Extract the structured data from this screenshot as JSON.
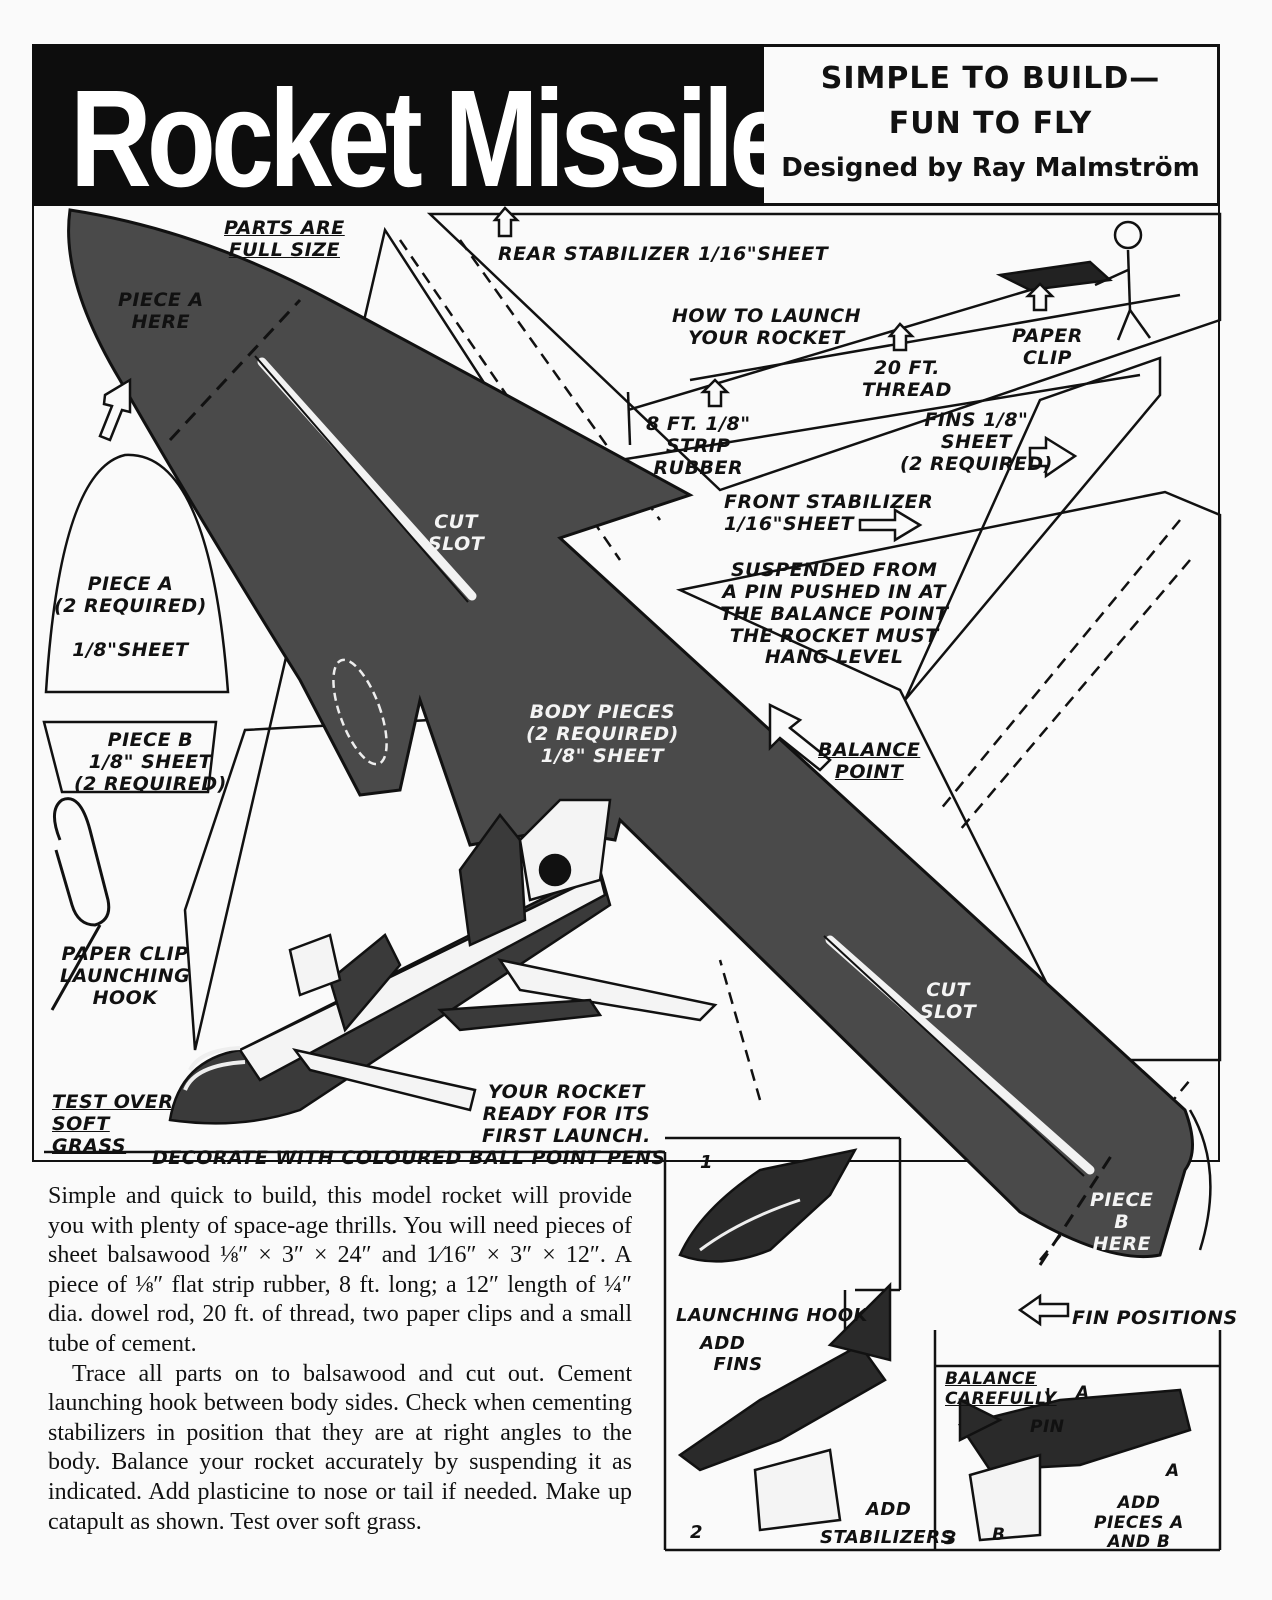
{
  "header": {
    "title": "Rocket Missile",
    "tagline_1": "SIMPLE TO BUILD—",
    "tagline_2": "FUN TO FLY",
    "byline": "Designed by Ray Malmström"
  },
  "plan_labels": {
    "parts_full_size_1": "PARTS ARE",
    "parts_full_size_2": "FULL SIZE",
    "piece_a_here_1": "PIECE A",
    "piece_a_here_2": "HERE",
    "rear_stabilizer": "REAR STABILIZER 1/16\"SHEET",
    "how_to_launch_1": "HOW TO LAUNCH",
    "how_to_launch_2": "YOUR ROCKET",
    "paper_clip_1": "PAPER",
    "paper_clip_2": "CLIP",
    "thread_1": "20 FT.",
    "thread_2": "THREAD",
    "rubber_1": "8 FT. 1/8\"",
    "rubber_2": "STRIP",
    "rubber_3": "RUBBER",
    "fins_1": "FINS 1/8\"",
    "fins_2": "SHEET",
    "fins_3": "(2 REQUIRED)",
    "front_stabilizer_1": "FRONT STABILIZER",
    "front_stabilizer_2": "1/16\"SHEET",
    "cut_slot_1": "CUT",
    "cut_slot_2": "SLOT",
    "suspended_1": "SUSPENDED FROM",
    "suspended_2": "A PIN PUSHED IN AT",
    "suspended_3": "THE BALANCE POINT",
    "suspended_4": "THE ROCKET MUST",
    "suspended_5": "HANG LEVEL",
    "piece_a_req_1": "PIECE A",
    "piece_a_req_2": "(2 REQUIRED)",
    "piece_a_req_3": "1/8\"SHEET",
    "body_pieces_1": "BODY PIECES",
    "body_pieces_2": "(2 REQUIRED)",
    "body_pieces_3": "1/8\" SHEET",
    "balance_point_1": "BALANCE",
    "balance_point_2": "POINT",
    "piece_b_req_1": "PIECE B",
    "piece_b_req_2": "1/8\" SHEET",
    "piece_b_req_3": "(2 REQUIRED)",
    "launching_hook_1": "PAPER CLIP",
    "launching_hook_2": "LAUNCHING",
    "launching_hook_3": "HOOK",
    "cut_slot_b_1": "CUT",
    "cut_slot_b_2": "SLOT",
    "test_over_1": "TEST OVER",
    "test_over_2": "SOFT",
    "test_over_3": "GRASS",
    "ready_1": "YOUR ROCKET",
    "ready_2": "READY FOR ITS",
    "ready_3": "FIRST LAUNCH.",
    "decorate": "DECORATE WITH COLOURED BALL POINT PENS",
    "piece_b_here_1": "PIECE",
    "piece_b_here_2": "B",
    "piece_b_here_3": "HERE",
    "fin_positions": "FIN POSITIONS"
  },
  "steps": {
    "step_1_no": "1",
    "step_1_label": "LAUNCHING HOOK",
    "step_2_no": "2",
    "step_2_label_1": "ADD",
    "step_2_label_2": "FINS",
    "step_2_label_3": "ADD",
    "step_2_label_4": "STABILIZERS",
    "step_3_no": "3",
    "step_3_label_1": "BALANCE",
    "step_3_label_2": "CAREFULLY",
    "step_3_pin": "PIN",
    "step_3_a1": "A",
    "step_3_a2": "A",
    "step_3_b": "B",
    "step_3_label_3": "ADD",
    "step_3_label_4": "PIECES A",
    "step_3_label_5": "AND B"
  },
  "body_text": {
    "paragraph_1": "Simple and quick to build, this model rocket will provide you with plenty of space-age thrills. You will need pieces of sheet balsawood ⅛″ × 3″ × 24″ and 1⁄16″ × 3″ × 12″. A piece of ⅛″ flat strip rubber, 8 ft. long; a 12″ length of ¼″ dia. dowel rod, 20 ft. of thread, two paper clips and a small tube of cement.",
    "paragraph_2": "Trace all parts on to balsawood and cut out. Cement launching hook between body sides. Check when cementing stabilizers in position that they are at right angles to the body. Balance your rocket accurately by suspending it as indicated. Add plasticine to nose or tail if needed. Make up catapult as shown. Test over soft grass."
  }
}
